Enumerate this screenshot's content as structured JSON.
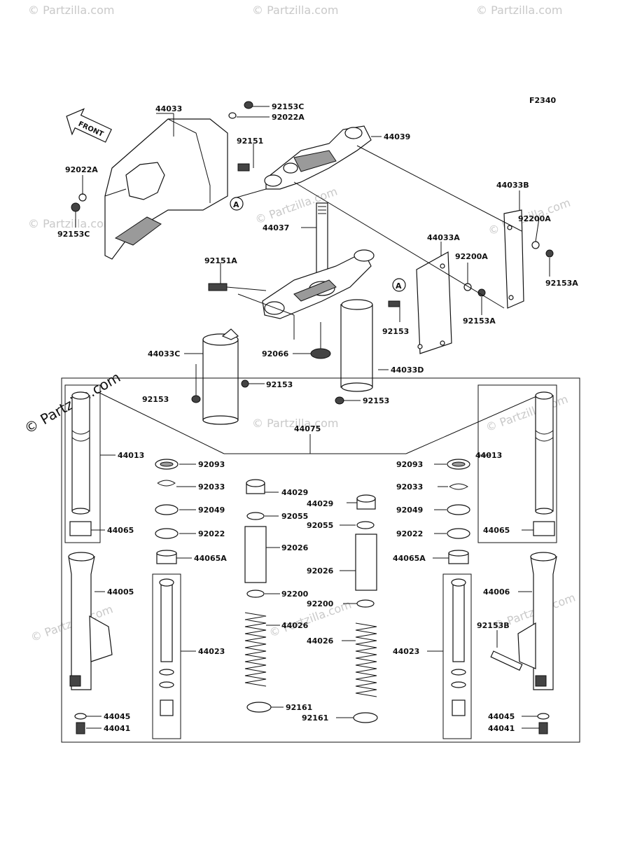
{
  "figure_code": "F2340",
  "front_label": "FRONT",
  "watermark": "© Partzilla.com",
  "ref_mark": "A",
  "labels": {
    "p44033": "44033",
    "p92153C_top": "92153C",
    "p92022A_top": "92022A",
    "p44039": "44039",
    "p92151": "92151",
    "p92022A_left": "92022A",
    "p92153C_left": "92153C",
    "p44033B": "44033B",
    "p92200A_r": "92200A",
    "p92153A_r": "92153A",
    "p44037": "44037",
    "p44033A": "44033A",
    "p92200A_m": "92200A",
    "p92153A_m": "92153A",
    "p92151A": "92151A",
    "p92153_mid": "92153",
    "p44033C": "44033C",
    "p92066": "92066",
    "p44033D": "44033D",
    "p92153_c1": "92153",
    "p92153_c2": "92153",
    "p92153_d": "92153",
    "p44075": "44075",
    "p44013_l": "44013",
    "p44013_r": "44013",
    "p92093_l": "92093",
    "p92093_r": "92093",
    "p92033_l": "92033",
    "p92033_r": "92033",
    "p44029_a": "44029",
    "p44029_b": "44029",
    "p92049_l": "92049",
    "p92049_r": "92049",
    "p92055_a": "92055",
    "p92055_b": "92055",
    "p44065_l": "44065",
    "p44065_r": "44065",
    "p92022_l": "92022",
    "p92022_r": "92022",
    "p92026_a": "92026",
    "p92026_b": "92026",
    "p44065A_l": "44065A",
    "p44065A_r": "44065A",
    "p44005": "44005",
    "p44006": "44006",
    "p92200_a": "92200",
    "p92200_b": "92200",
    "p44026_a": "44026",
    "p44026_b": "44026",
    "p92153B": "92153B",
    "p44023_l": "44023",
    "p44023_r": "44023",
    "p92161_a": "92161",
    "p92161_b": "92161",
    "p44045_l": "44045",
    "p44045_r": "44045",
    "p44041_l": "44041",
    "p44041_r": "44041"
  }
}
